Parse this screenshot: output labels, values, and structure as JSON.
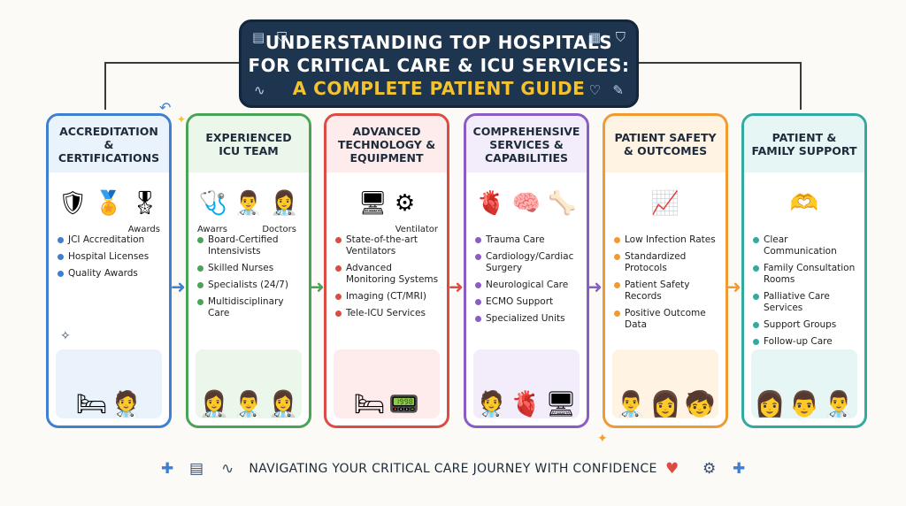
{
  "title": {
    "line1": "UNDERSTANDING TOP HOSPITALS",
    "line2": "FOR CRITICAL CARE & ICU SERVICES:",
    "line3": "A COMPLETE PATIENT GUIDE"
  },
  "cards": [
    {
      "heading": "ACCREDITATION & CERTIFICATIONS",
      "color": "#3f7fd0",
      "tint": "#eaf2fc",
      "captions": [
        "Awards"
      ],
      "items": [
        "JCI Accreditation",
        "Hospital Licenses",
        "Quality Awards"
      ]
    },
    {
      "heading": "EXPERIENCED ICU TEAM",
      "color": "#4aa457",
      "tint": "#ecf7ec",
      "captions": [
        "Awarrs",
        "Doctors"
      ],
      "items": [
        "Board-Certified Intensivists",
        "Skilled Nurses",
        "Specialists (24/7)",
        "Multidisciplinary Care"
      ]
    },
    {
      "heading": "ADVANCED TECHNOLOGY & EQUIPMENT",
      "color": "#dd4b45",
      "tint": "#fdeceb",
      "captions": [
        "Ventilator"
      ],
      "items": [
        "State-of-the-art Ventilators",
        "Advanced Monitoring Systems",
        "Imaging (CT/MRI)",
        "Tele-ICU Services"
      ]
    },
    {
      "heading": "COMPREHENSIVE SERVICES & CAPABILITIES",
      "color": "#8a5cc6",
      "tint": "#f3edfb",
      "captions": [],
      "items": [
        "Trauma Care",
        "Cardiology/Cardiac Surgery",
        "Neurological Care",
        "ECMO Support",
        "Specialized Units"
      ]
    },
    {
      "heading": "PATIENT SAFETY & OUTCOMES",
      "color": "#ef9a32",
      "tint": "#fff3e4",
      "captions": [],
      "items": [
        "Low Infection Rates",
        "Standardized Protocols",
        "Patient Safety Records",
        "Positive Outcome Data"
      ]
    },
    {
      "heading": "PATIENT & FAMILY SUPPORT",
      "color": "#33aaa0",
      "tint": "#e6f6f4",
      "captions": [],
      "items": [
        "Clear Communication",
        "Family Consultation Rooms",
        "Palliative Care Services",
        "Support Groups",
        "Follow-up Care"
      ]
    }
  ],
  "footer": "NAVIGATING YOUR CRITICAL CARE JOURNEY WITH CONFIDENCE"
}
